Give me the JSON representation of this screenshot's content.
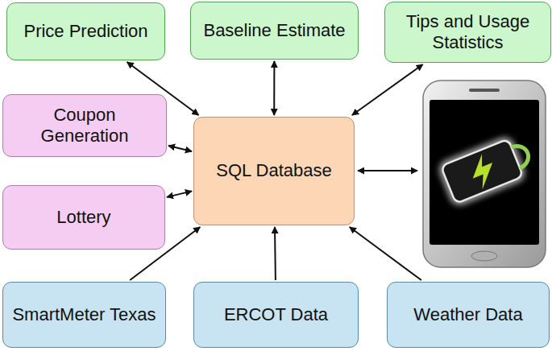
{
  "diagram": {
    "nodes": [
      {
        "text": [
          "Price Prediction"
        ]
      },
      {
        "text": [
          "Baseline Estimate"
        ]
      },
      {
        "text": [
          "Tips and Usage Statistics"
        ]
      },
      {
        "text": [
          "Coupon Generation"
        ]
      },
      {
        "text": [
          "SQL Database"
        ]
      },
      {
        "text": [
          "Lottery"
        ]
      },
      {
        "text": [
          "SmartMeter Texas"
        ]
      },
      {
        "text": [
          "ERCOT Data"
        ]
      },
      {
        "text": [
          "Weather Data"
        ]
      }
    ],
    "edges": [
      {
        "from": 4,
        "to": 0,
        "arrow": "both"
      },
      {
        "from": 4,
        "to": 1,
        "arrow": "both"
      },
      {
        "from": 4,
        "to": 2,
        "arrow": "both"
      },
      {
        "from": 4,
        "to": 3,
        "arrow": "both"
      },
      {
        "from": 4,
        "to": 5,
        "arrow": "both"
      },
      {
        "from": 6,
        "to": 4,
        "arrow": "to"
      },
      {
        "from": 7,
        "to": 4,
        "arrow": "to"
      },
      {
        "from": 8,
        "to": 4,
        "arrow": "to"
      }
    ]
  }
}
